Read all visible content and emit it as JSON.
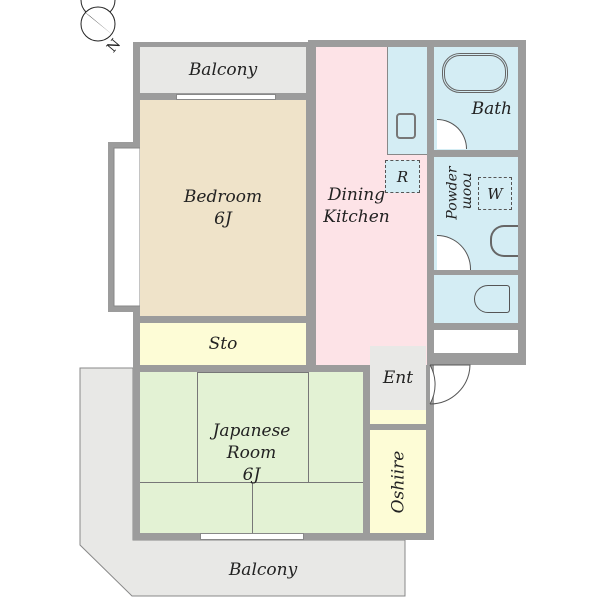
{
  "compass": {
    "label": "N"
  },
  "rooms": {
    "balcony_top": "Balcony",
    "bedroom": {
      "name": "Bedroom",
      "size": "6J"
    },
    "storage": "Sto",
    "dining_kitchen": {
      "line1": "Dining",
      "line2": "Kitchen"
    },
    "refrigerator": "R",
    "bath": "Bath",
    "powder_room": {
      "line1": "Powder",
      "line2": "room"
    },
    "washer": "W",
    "entrance": "Ent",
    "japanese_room": {
      "line1": "Japanese",
      "line2": "Room",
      "size": "6J"
    },
    "oshiire": "Oshiire",
    "balcony_bottom": "Balcony"
  },
  "colors": {
    "wall": "#9c9c9c",
    "bedroom": "#efe3c9",
    "dining": "#fde3e7",
    "wet": "#d4edf4",
    "storage": "#fdfcd6",
    "japanese": "#e3f2d4",
    "balcony": "#e8e8e6"
  }
}
